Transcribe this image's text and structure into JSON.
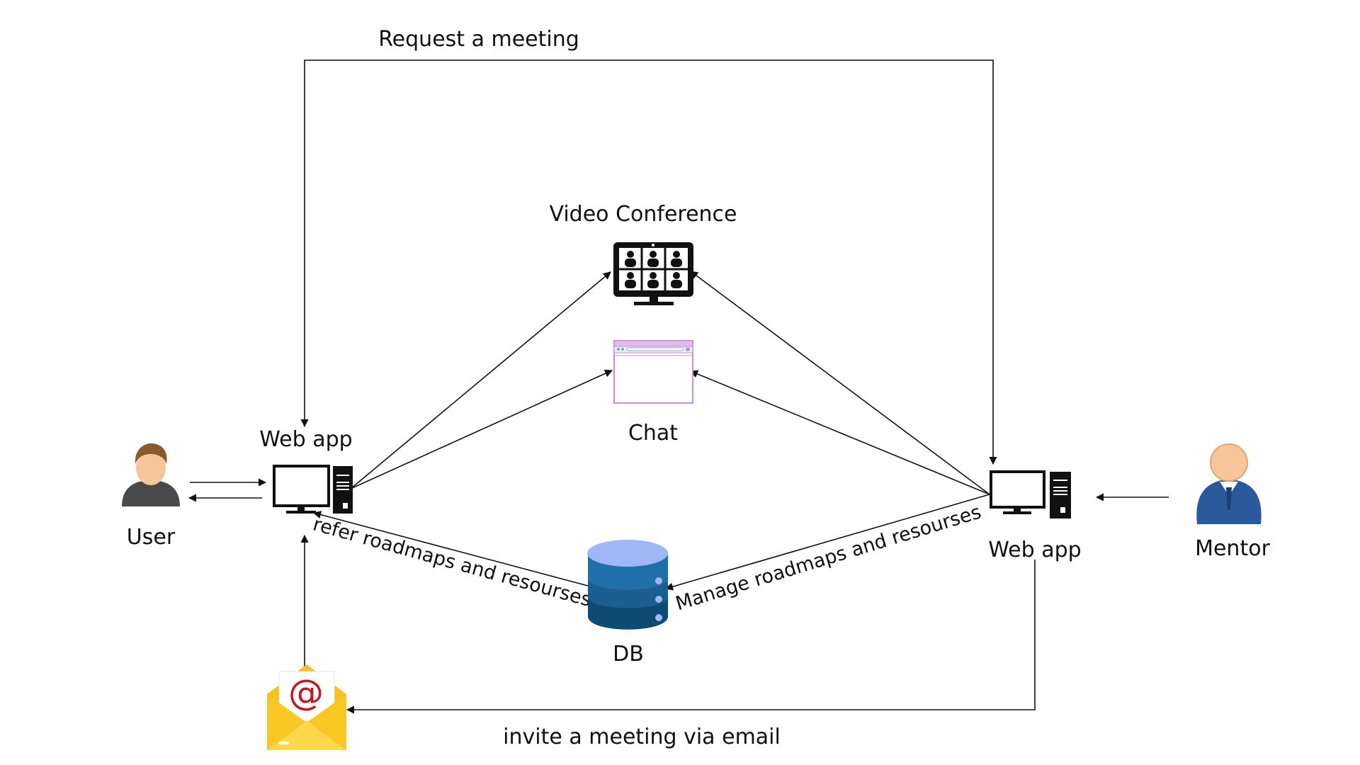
{
  "nodes": {
    "user": {
      "label": "User",
      "icon": "user-person-icon"
    },
    "web_app_user": {
      "label": "Web app",
      "icon": "desktop-computer-icon"
    },
    "web_app_mentor": {
      "label": "Web app",
      "icon": "desktop-computer-icon"
    },
    "mentor": {
      "label": "Mentor",
      "icon": "mentor-person-icon"
    },
    "video_conference": {
      "label": "Video Conference",
      "icon": "video-conference-monitor-icon"
    },
    "chat": {
      "label": "Chat",
      "icon": "browser-window-icon"
    },
    "db": {
      "label": "DB",
      "icon": "database-icon"
    },
    "email": {
      "icon": "email-envelope-icon"
    }
  },
  "edges": {
    "request_meeting": "Request a meeting",
    "refer_roadmaps": "refer  roadmaps and resourses",
    "manage_roadmaps": "Manage roadmaps and resourses",
    "invite_email": "invite a meeting via email"
  },
  "colors": {
    "db_top": "#9fb7f7",
    "db_mid": "#1f6fa8",
    "db_bottom": "#0e4b73",
    "mentor_suit": "#2a5a9c",
    "skin": "#f7c59a",
    "email_envelope": "#f7c21c",
    "email_at": "#c4161c",
    "chat_frame": "#c78fd6"
  }
}
